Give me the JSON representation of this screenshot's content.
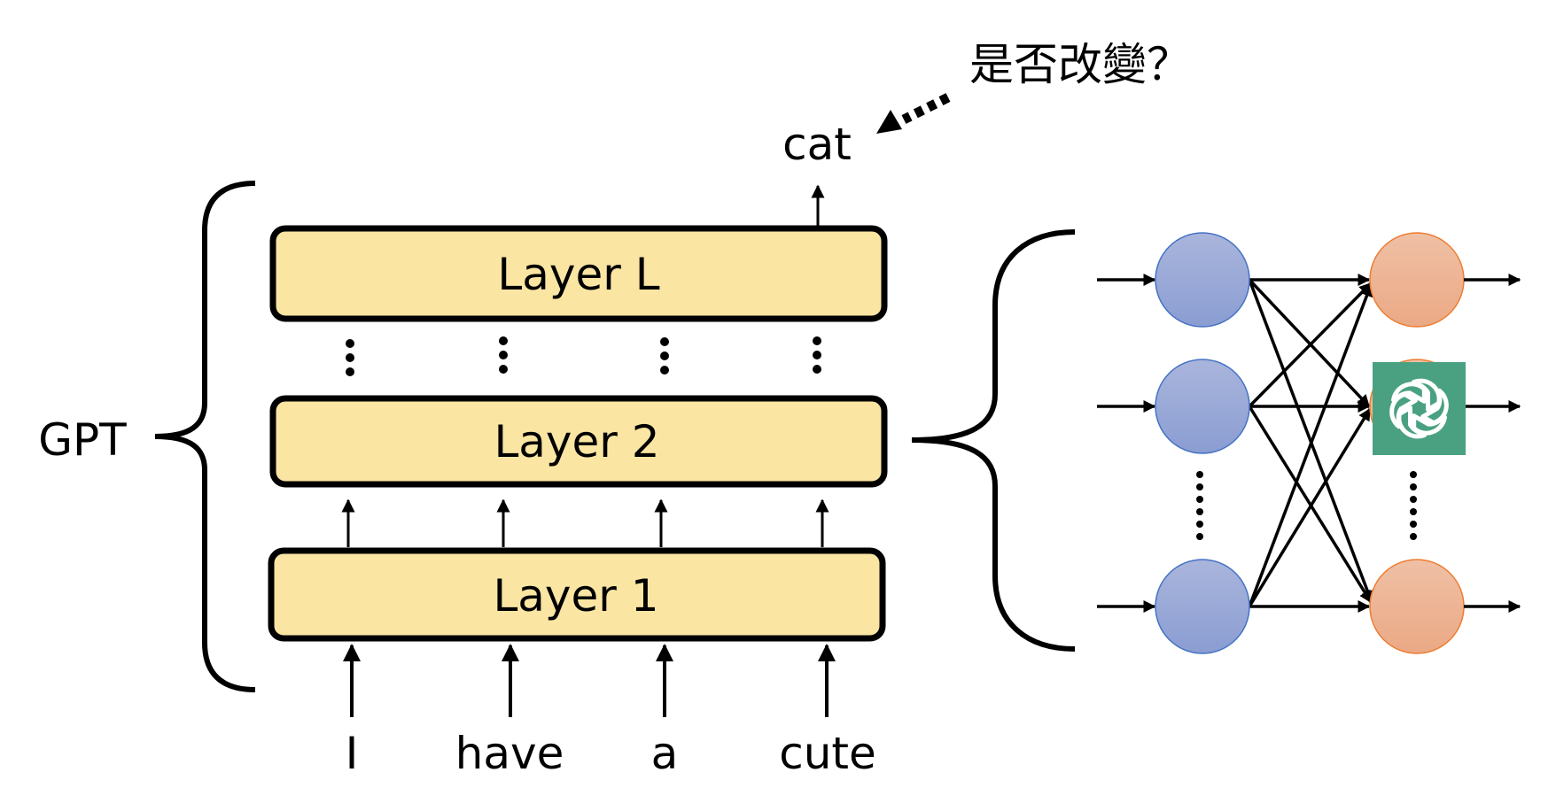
{
  "question_label": "是否改變？",
  "output_token": "cat",
  "model_label": "GPT",
  "layers": [
    {
      "id": "layer-L",
      "label": "Layer L"
    },
    {
      "id": "layer-2",
      "label": "Layer 2"
    },
    {
      "id": "layer-1",
      "label": "Layer 1"
    }
  ],
  "input_tokens": [
    "I",
    "have",
    "a",
    "cute"
  ],
  "neural_net": {
    "input_nodes": 3,
    "output_nodes": 3,
    "highlighted_output_index": 1,
    "highlight_icon": "openai-logo-icon"
  },
  "colors": {
    "layer_fill": "#fae5a3",
    "input_node": "#8fa2d4",
    "input_node_stroke": "#4472c4",
    "output_node": "#edae8b",
    "output_node_stroke": "#ed7d31",
    "logo_bg": "#4aa181"
  }
}
